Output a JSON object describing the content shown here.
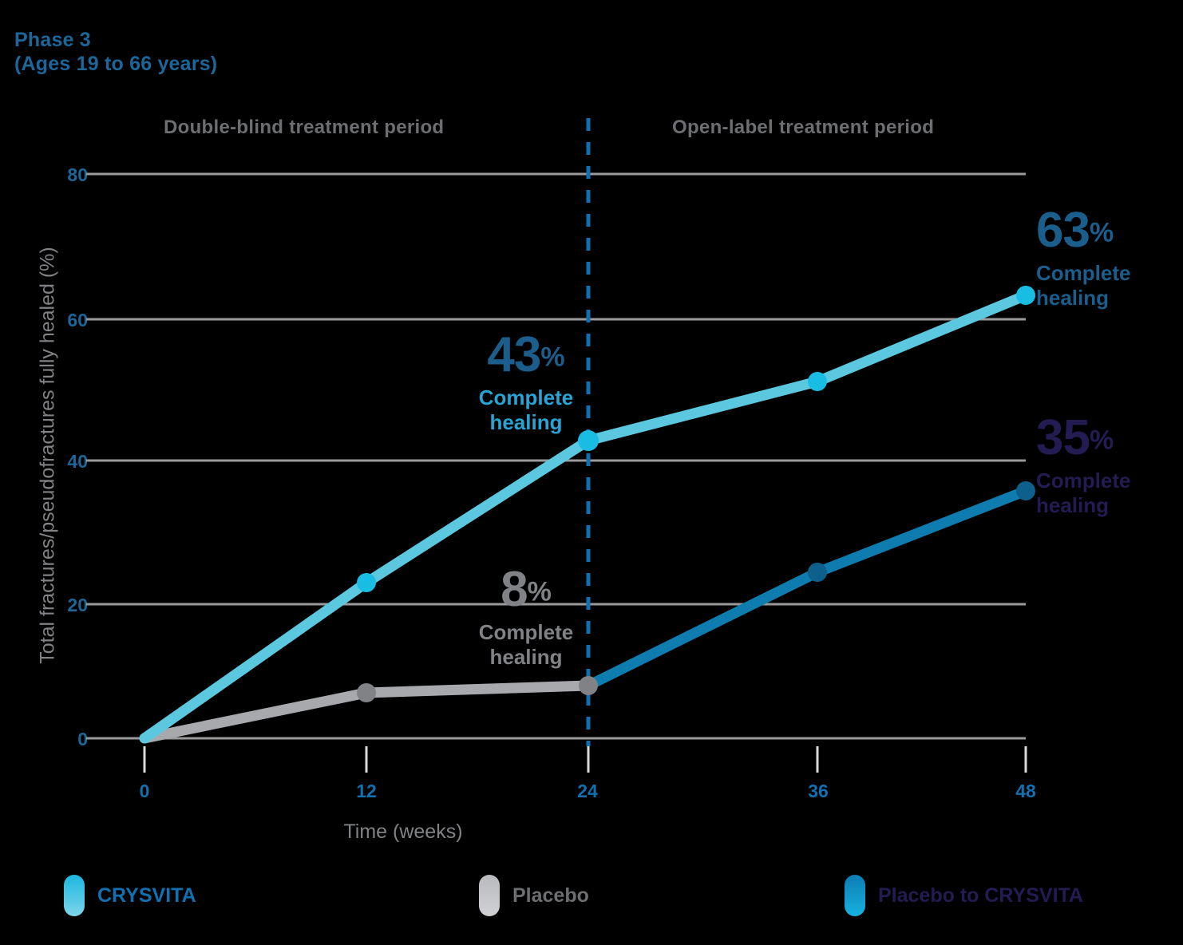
{
  "header": {
    "title": "Phase 3",
    "subtitle": "(Ages 19 to 66 years)"
  },
  "periods": {
    "left": "Double-blind treatment period",
    "right": "Open-label treatment period"
  },
  "annotations": [
    {
      "id": "crysvita-24wk",
      "value": "43",
      "pct": "%",
      "caption_line1": "Complete",
      "caption_line2": "healing",
      "number_color": "#1b5e8c",
      "caption_color": "#29a3d4"
    },
    {
      "id": "placebo-24wk",
      "value": "8",
      "pct": "%",
      "caption_line1": "Complete",
      "caption_line2": "healing",
      "number_color": "#808285",
      "caption_color": "#808285"
    },
    {
      "id": "crysvita-48wk",
      "value": "63",
      "pct": "%",
      "caption_line1": "Complete",
      "caption_line2": "healing",
      "number_color": "#1b5e8c",
      "caption_color": "#1b5e8c"
    },
    {
      "id": "placebo-to-crysvita-48wk",
      "value": "35",
      "pct": "%",
      "caption_line1": "Complete",
      "caption_line2": "healing",
      "number_color": "#231c52",
      "caption_color": "#231c52"
    }
  ],
  "legend": [
    {
      "label": "CRYSVITA",
      "color_top": "#1cb6e0",
      "color_bottom": "#7dd6ea",
      "text_color": "#1270b0",
      "icon": "pill-icon"
    },
    {
      "label": "Placebo",
      "color_top": "#b8babd",
      "color_bottom": "#cfd1d3",
      "text_color": "#6d6e71",
      "icon": "pill-icon"
    },
    {
      "label": "Placebo to CRYSVITA",
      "color_top": "#0d7cb3",
      "color_bottom": "#16b3e0",
      "text_color": "#231c52",
      "icon": "pill-icon"
    }
  ],
  "chart_data": {
    "type": "line",
    "title": "Phase 3 (Ages 19 to 66 years)",
    "xlabel": "Time (weeks)",
    "ylabel": "Total fractures/pseudofractures fully healed (%)",
    "x": [
      0,
      12,
      24,
      36,
      48
    ],
    "xticks": [
      "0",
      "12",
      "24",
      "36",
      "48"
    ],
    "yticks": [
      "0",
      "20",
      "40",
      "60",
      "80"
    ],
    "xlim": [
      0,
      48
    ],
    "ylim": [
      0,
      80
    ],
    "grid": true,
    "legend_position": "bottom",
    "divider": {
      "x": 24,
      "label_left": "Double-blind treatment period",
      "label_right": "Open-label treatment period",
      "color": "#1270b0",
      "style": "dashed"
    },
    "series": [
      {
        "name": "CRYSVITA",
        "color": "#5bc8e0",
        "x": [
          0,
          12,
          24,
          36,
          48
        ],
        "values": [
          0,
          22,
          43,
          50.5,
          63
        ],
        "markers_at": [
          12,
          24,
          36,
          48
        ],
        "marker_color": "#19bde4"
      },
      {
        "name": "Placebo",
        "color": "#a7a9ac",
        "x": [
          0,
          12,
          24
        ],
        "values": [
          0,
          6.5,
          7.5
        ],
        "markers_at": [
          12,
          24
        ],
        "marker_color": "#808285"
      },
      {
        "name": "Placebo to CRYSVITA",
        "color": "#0e7cae",
        "x": [
          24,
          36,
          48
        ],
        "values": [
          7.5,
          23.5,
          35
        ],
        "markers_at": [
          36,
          48
        ],
        "marker_color": "#0d5f8c"
      }
    ]
  }
}
